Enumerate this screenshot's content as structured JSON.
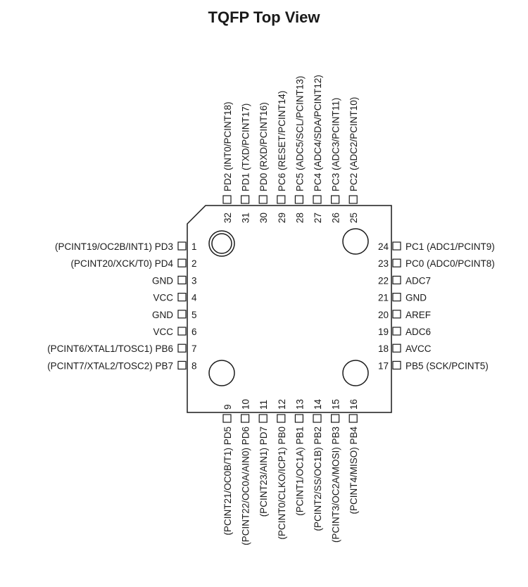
{
  "title": "TQFP Top View",
  "pins": {
    "left": [
      {
        "num": "1",
        "label": "(PCINT19/OC2B/INT1) PD3"
      },
      {
        "num": "2",
        "label": "(PCINT20/XCK/T0) PD4"
      },
      {
        "num": "3",
        "label": "GND"
      },
      {
        "num": "4",
        "label": "VCC"
      },
      {
        "num": "5",
        "label": "GND"
      },
      {
        "num": "6",
        "label": "VCC"
      },
      {
        "num": "7",
        "label": "(PCINT6/XTAL1/TOSC1) PB6"
      },
      {
        "num": "8",
        "label": "(PCINT7/XTAL2/TOSC2) PB7"
      }
    ],
    "right": [
      {
        "num": "24",
        "label": "PC1 (ADC1/PCINT9)"
      },
      {
        "num": "23",
        "label": "PC0 (ADC0/PCINT8)"
      },
      {
        "num": "22",
        "label": "ADC7"
      },
      {
        "num": "21",
        "label": "GND"
      },
      {
        "num": "20",
        "label": "AREF"
      },
      {
        "num": "19",
        "label": "ADC6"
      },
      {
        "num": "18",
        "label": "AVCC"
      },
      {
        "num": "17",
        "label": "PB5 (SCK/PCINT5)"
      }
    ],
    "top": [
      {
        "num": "32",
        "label": "PD2 (INT0/PCINT18)"
      },
      {
        "num": "31",
        "label": "PD1 (TXD/PCINT17)"
      },
      {
        "num": "30",
        "label": "PD0 (RXD/PCINT16)"
      },
      {
        "num": "29",
        "label": "PC6 (RESET/PCINT14)"
      },
      {
        "num": "28",
        "label": "PC5 (ADC5/SCL/PCINT13)"
      },
      {
        "num": "27",
        "label": "PC4 (ADC4/SDA/PCINT12)"
      },
      {
        "num": "26",
        "label": "PC3 (ADC3/PCINT11)"
      },
      {
        "num": "25",
        "label": "PC2 (ADC2/PCINT10)"
      }
    ],
    "bottom": [
      {
        "num": "9",
        "label": "(PCINT21/OC0B/T1) PD5"
      },
      {
        "num": "10",
        "label": "(PCINT22/OC0A/AIN0) PD6"
      },
      {
        "num": "11",
        "label": "(PCINT23/AIN1) PD7"
      },
      {
        "num": "12",
        "label": "(PCINT0/CLKO/ICP1) PB0"
      },
      {
        "num": "13",
        "label": "(PCINT1/OC1A) PB1"
      },
      {
        "num": "14",
        "label": "(PCINT2/SS/OC1B) PB2"
      },
      {
        "num": "15",
        "label": "(PCINT3/OC2A/MOSI) PB3"
      },
      {
        "num": "16",
        "label": "(PCINT4/MISO) PB4"
      }
    ]
  }
}
